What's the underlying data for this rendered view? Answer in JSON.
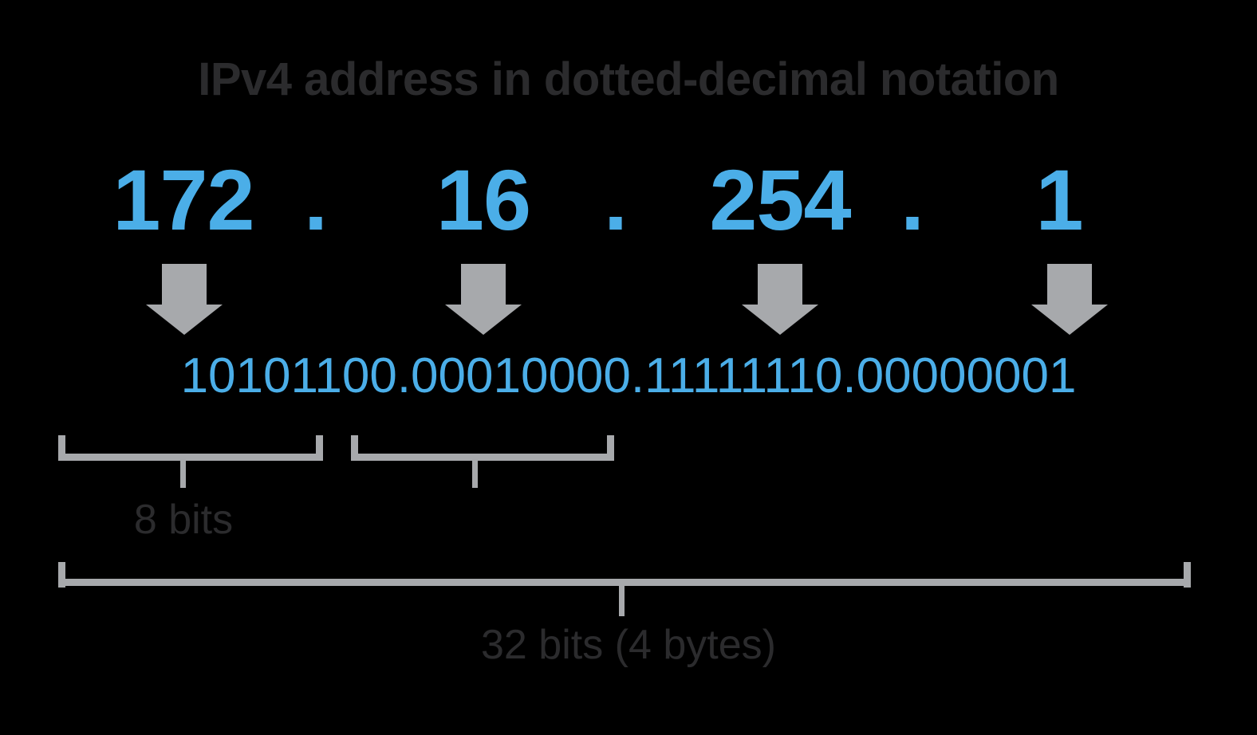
{
  "diagram": {
    "title": "IPv4 address in dotted-decimal notation",
    "separator": ".",
    "colors": {
      "background": "#000000",
      "accent_blue": "#4baee8",
      "gray": "#a7a9ac",
      "text_dark": "#2b2b2d"
    },
    "decimal": {
      "octets": [
        "172",
        "16",
        "254",
        "1"
      ],
      "dots": [
        ".",
        ".",
        "."
      ],
      "full": "172.16.254.1"
    },
    "arrows": {
      "icon": "arrow-down-icon",
      "count": 4,
      "direction": "down"
    },
    "binary": {
      "octets": [
        "10101100",
        "00010000",
        "11111110",
        "00000001"
      ],
      "full": "10101100.00010000.11111110.00000001"
    },
    "measures": {
      "octet_label": "8 bits",
      "total_label": "32 bits (4 bytes)",
      "octet_bits": 8,
      "total_bits": 32,
      "total_bytes": 4
    }
  }
}
